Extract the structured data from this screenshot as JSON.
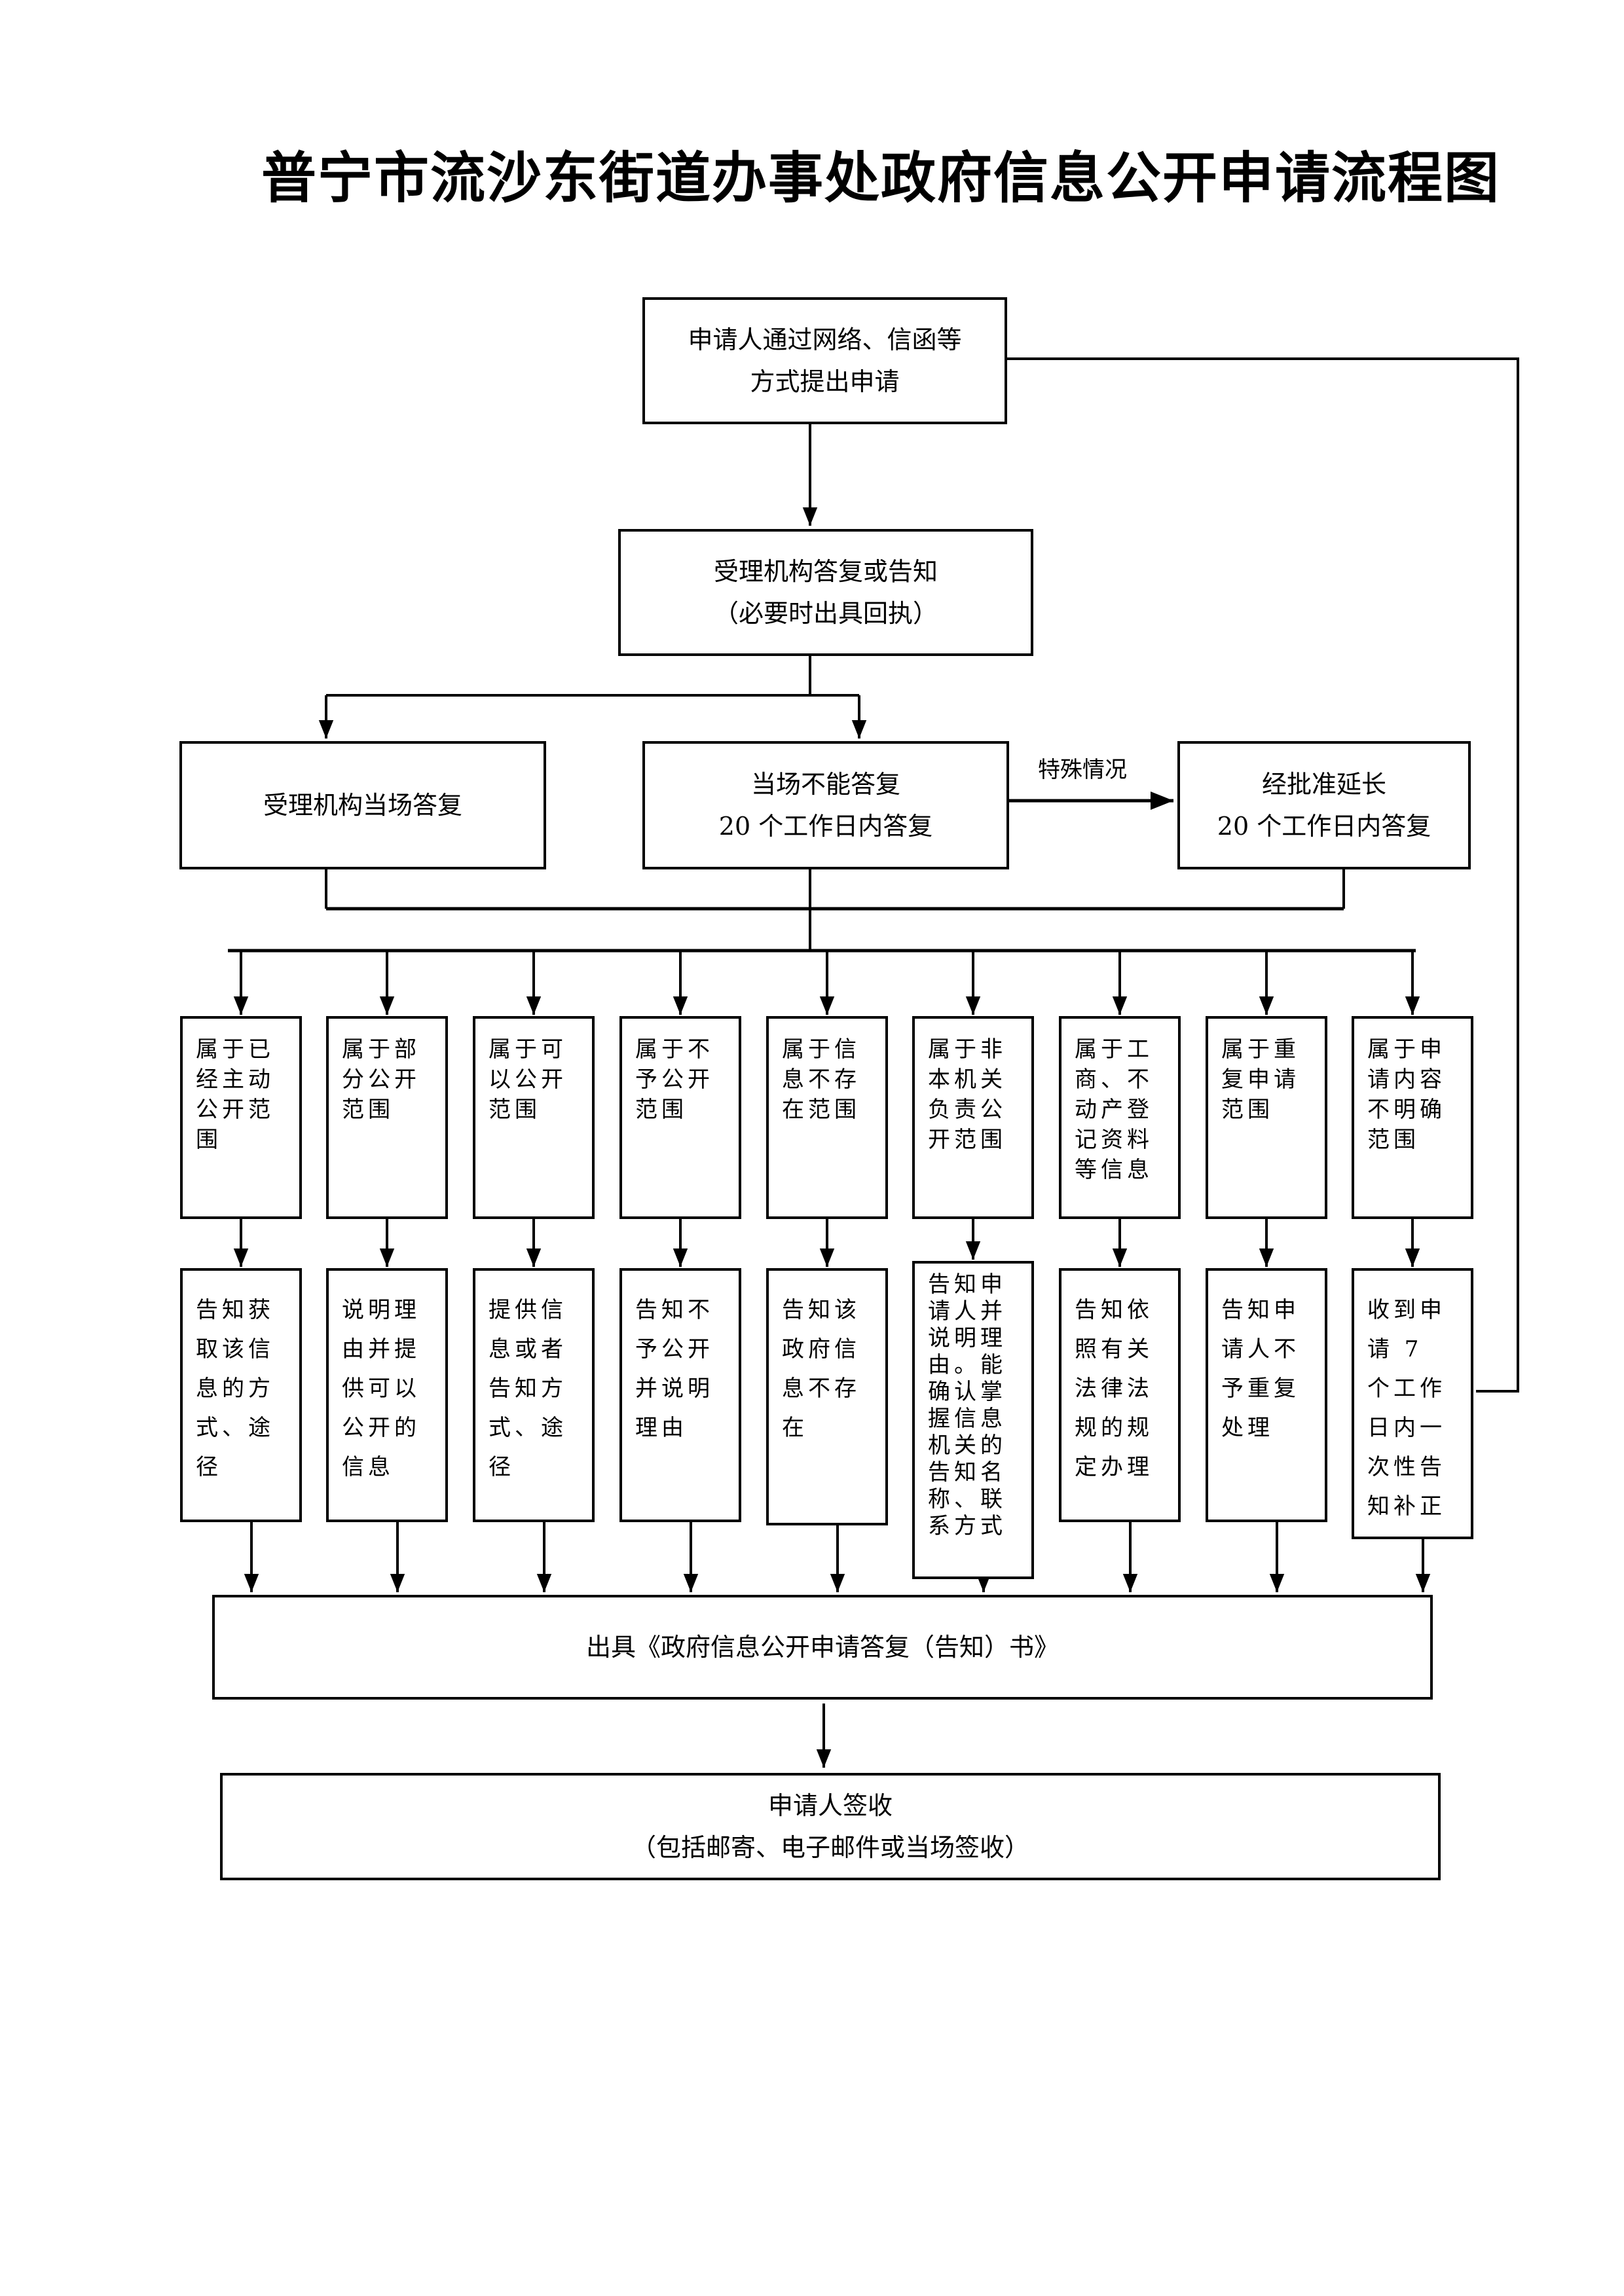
{
  "title": "普宁市流沙东街道办事处政府信息公开申请流程图",
  "start": {
    "line1": "申请人通过网络、信函等",
    "line2": "方式提出申请"
  },
  "accept": {
    "line1": "受理机构答复或告知",
    "line2": "（必要时出具回执）"
  },
  "branches": {
    "onsite": "受理机构当场答复",
    "later_line1": "当场不能答复",
    "later_line2": "20 个工作日内答复",
    "special_label": "特殊情况",
    "extend_line1": "经批准延长",
    "extend_line2": "20 个工作日内答复"
  },
  "categories": [
    {
      "text": "属于已经主动公开范围"
    },
    {
      "text": "属于部分公开范围"
    },
    {
      "text": "属于可以公开范围"
    },
    {
      "text": "属于不予公开范围"
    },
    {
      "text": "属于信息不存在范围"
    },
    {
      "text": "属于非本机关负责公开范围"
    },
    {
      "text": "属于工商、不动产登记资料等信息"
    },
    {
      "text": "属于重复申请范围"
    },
    {
      "text": "属于申请内容不明确范围"
    }
  ],
  "actions": [
    {
      "text": "告知获取该信息的方式、途径"
    },
    {
      "text": "说明理由并提供可以公开的信息"
    },
    {
      "text": "提供信息或者告知方式、途径"
    },
    {
      "text": "告知不予公开并说明理由"
    },
    {
      "text": "告知该政府信息不存在"
    },
    {
      "text": "告知申请人并说明理由。能确认掌握信息机关的告知名称、联系方式"
    },
    {
      "text": "告知依照有关法律法规的规定办理"
    },
    {
      "text": "告知申请人不予重复处理"
    },
    {
      "text": "收到申请 7 个工作日内一次性告知补正"
    }
  ],
  "issue": "出具《政府信息公开申请答复（告知）书》",
  "sign": {
    "line1": "申请人签收",
    "line2": "（包括邮寄、电子邮件或当场签收）"
  }
}
